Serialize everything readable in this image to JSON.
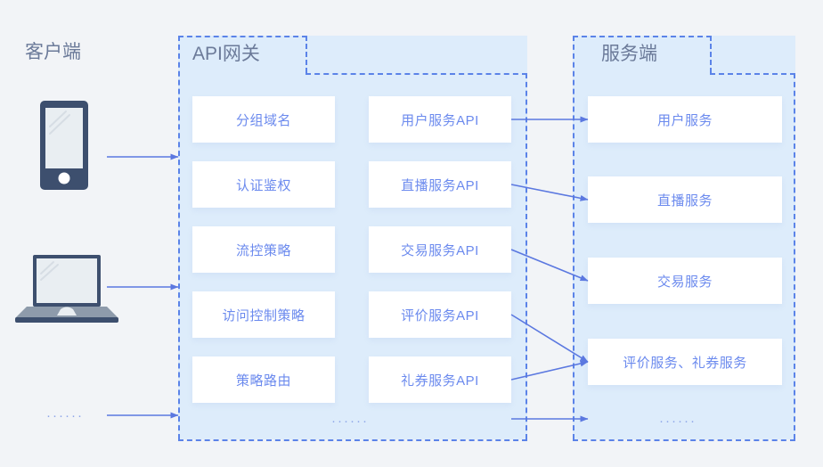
{
  "diagram": {
    "title_client": "客户端",
    "title_gateway": "API网关",
    "title_server": "服务端",
    "ellipsis": "······",
    "colors": {
      "page_background": "#f2f4f7",
      "panel_background": "#ddecfb",
      "panel_border": "#5b83e8",
      "node_background": "#ffffff",
      "node_text": "#6b8aee",
      "section_title_text": "#6b7a99",
      "arrow": "#5b78e0",
      "device_dark": "#3d4f6e",
      "device_screen": "#e9eef2",
      "device_base": "#8e9bab"
    }
  },
  "client": {
    "icons": [
      {
        "name": "mobile-phone-icon"
      },
      {
        "name": "laptop-icon"
      }
    ],
    "ellipsis": "······"
  },
  "gateway": {
    "policies": [
      {
        "label": "分组域名"
      },
      {
        "label": "认证鉴权"
      },
      {
        "label": "流控策略"
      },
      {
        "label": "访问控制策略"
      },
      {
        "label": "策略路由"
      }
    ],
    "apis": [
      {
        "label": "用户服务API"
      },
      {
        "label": "直播服务API"
      },
      {
        "label": "交易服务API"
      },
      {
        "label": "评价服务API"
      },
      {
        "label": "礼券服务API"
      }
    ],
    "ellipsis": "······"
  },
  "server": {
    "services": [
      {
        "label": "用户服务"
      },
      {
        "label": "直播服务"
      },
      {
        "label": "交易服务"
      },
      {
        "label": "评价服务、礼券服务"
      }
    ],
    "ellipsis": "······"
  },
  "connections": {
    "client_to_gateway": [
      {
        "from": "mobile-phone-icon",
        "to": "api-gateway"
      },
      {
        "from": "laptop-icon",
        "to": "api-gateway"
      },
      {
        "from": "client-ellipsis",
        "to": "api-gateway"
      }
    ],
    "api_to_service": [
      {
        "from": "用户服务API",
        "to": "用户服务"
      },
      {
        "from": "直播服务API",
        "to": "直播服务"
      },
      {
        "from": "交易服务API",
        "to": "交易服务"
      },
      {
        "from": "评价服务API",
        "to": "评价服务、礼券服务"
      },
      {
        "from": "礼券服务API",
        "to": "评价服务、礼券服务"
      },
      {
        "from": "gateway-ellipsis",
        "to": "server-ellipsis"
      }
    ]
  }
}
